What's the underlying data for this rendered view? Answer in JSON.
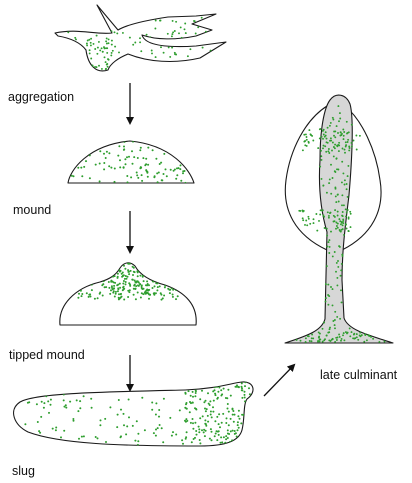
{
  "labels": {
    "aggregation": "aggregation",
    "mound": "mound",
    "tipped_mound": "tipped mound",
    "slug": "slug",
    "late_culminant": "late culminant"
  },
  "colors": {
    "cell_dot": "#2e9e2e",
    "outline": "#1a1a1a",
    "stalk_fill": "#d7d7d7",
    "background": "#ffffff"
  }
}
